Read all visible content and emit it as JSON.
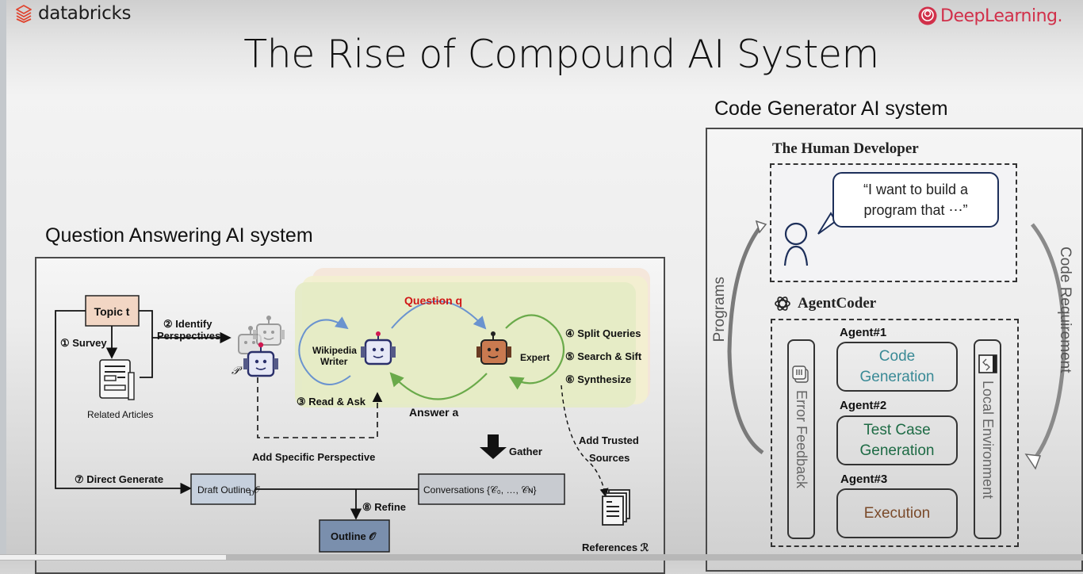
{
  "header": {
    "left_logo": "databricks",
    "right_logo": "DeepLearning.",
    "title": "The Rise of Compound AI System"
  },
  "qa_system": {
    "label": "Question Answering AI system",
    "topic": "Topic t",
    "survey": "① Survey",
    "identify_line1": "② Identify",
    "identify_line2": "Perspectives",
    "related_articles": "Related Articles",
    "perspectives_symbol": "𝒫",
    "question": "Question q",
    "wiki_writer_line1": "Wikipedia",
    "wiki_writer_line2": "Writer",
    "expert": "Expert",
    "read_ask": "③ Read & Ask",
    "answer": "Answer a",
    "steps": [
      "④ Split Queries",
      "⑤ Search & Sift",
      "⑥ Synthesize"
    ],
    "add_specific": "Add Specific Perspective",
    "gather": "Gather",
    "add_trusted_line1": "Add Trusted",
    "add_trusted_line2": "Sources",
    "direct_generate": "⑦ Direct Generate",
    "draft_outline": "Draft Outline 𝒪",
    "draft_outline_sub": "D",
    "conversations": "Conversations {𝒞₀, …, 𝒞ɴ}",
    "refine": "⑧ Refine",
    "outline": "Outline 𝒪",
    "references": "References ℛ"
  },
  "code_system": {
    "label": "Code Generator AI system",
    "human_dev_title": "The Human Developer",
    "speech_line1": "“I want to build a",
    "speech_line2": "program that ⋯”",
    "agentcoder_title": "AgentCoder",
    "programs_label": "Programs",
    "code_req_label": "Code Requirement",
    "error_feedback": "Error Feedback",
    "local_env": "Local Environment",
    "agents": [
      {
        "label": "Agent#1",
        "line1": "Code",
        "line2": "Generation",
        "color": "#3a8a96"
      },
      {
        "label": "Agent#2",
        "line1": "Test Case",
        "line2": "Generation",
        "color": "#1e6b45"
      },
      {
        "label": "Agent#3",
        "line1": "Execution",
        "line2": "",
        "color": "#7a4a2a"
      }
    ]
  },
  "colors": {
    "databricks_red": "#e0442f",
    "deeplearning_red": "#d1304a",
    "question_red": "#d01616",
    "blue_arrow": "#6a93cf",
    "green_arrow": "#6aaa4a"
  }
}
